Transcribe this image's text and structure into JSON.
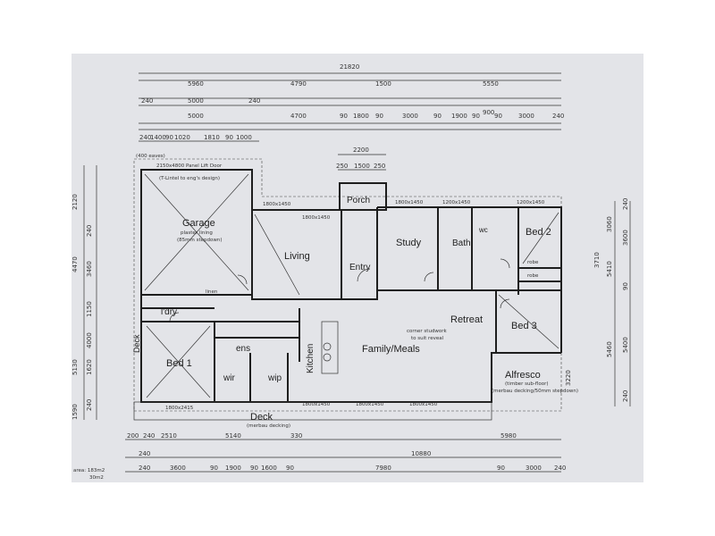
{
  "rooms": {
    "garage": "Garage",
    "garage_note1": "plaster lining",
    "garage_note2": "(85mm stepdown)",
    "living": "Living",
    "porch": "Porch",
    "entry": "Entry",
    "study": "Study",
    "bath": "Bath",
    "wc": "wc",
    "bed2": "Bed 2",
    "bed3": "Bed 3",
    "retreat": "Retreat",
    "family_meals": "Family/Meals",
    "kitchen": "Kitchen",
    "bed1": "Bed 1",
    "ens": "ens",
    "wir": "wir",
    "wip": "wip",
    "ldry": "l'dry",
    "deck_bottom": "Deck",
    "deck_bottom_note": "(merbau decking)",
    "deck_left": "Deck",
    "alfresco": "Alfresco",
    "alfresco_note1": "(timber sub-floor)",
    "alfresco_note2": "(merbau decking/50mm stepdown)"
  },
  "notes": {
    "panel_door": "2150x4800 Panel Lift Door",
    "lintel": "(T-Lintel to eng's design)",
    "corner_stud": "corner studwork",
    "to_suit": "to suit reveal",
    "linen": "linen",
    "robe": "robe",
    "slope": "(400 eaves)"
  },
  "dims_top": {
    "overall": "21820",
    "row2": [
      "5960",
      "4790",
      "1500",
      "5550"
    ],
    "row3": [
      "240",
      "5000",
      "240",
      "4700",
      "90",
      "1800",
      "90",
      "3000",
      "90",
      "1900",
      "90",
      "900",
      "90",
      "3000",
      "240"
    ],
    "row4": [
      "240",
      "1400",
      "90",
      "1020",
      "1810",
      "90",
      "1000"
    ],
    "porch_w": "2200",
    "porch_parts": [
      "250",
      "1500",
      "250"
    ]
  },
  "dims_bottom": {
    "row1": [
      "200",
      "240",
      "2510",
      "5140",
      "330",
      "5980"
    ],
    "row2": [
      "240",
      "10880"
    ],
    "row3": [
      "240",
      "3600",
      "90",
      "1900",
      "90",
      "1600",
      "90",
      "7980",
      "90",
      "3000",
      "240"
    ]
  },
  "dims_left": [
    "2120",
    "4470",
    "240",
    "3460",
    "1150",
    "4000",
    "1620",
    "5130",
    "1590",
    "240"
  ],
  "dims_right": [
    "3060",
    "240",
    "3600",
    "5410",
    "90",
    "3710",
    "5460",
    "5400",
    "240",
    "3220"
  ],
  "windows": [
    "1800x1450",
    "1800x1450",
    "1800x1450",
    "1200x1450",
    "1200x1450",
    "1800x2415",
    "1800x1450",
    "1800x1450",
    "1800x1450"
  ],
  "corner_note": [
    "area: 183m2",
    "30m2"
  ]
}
